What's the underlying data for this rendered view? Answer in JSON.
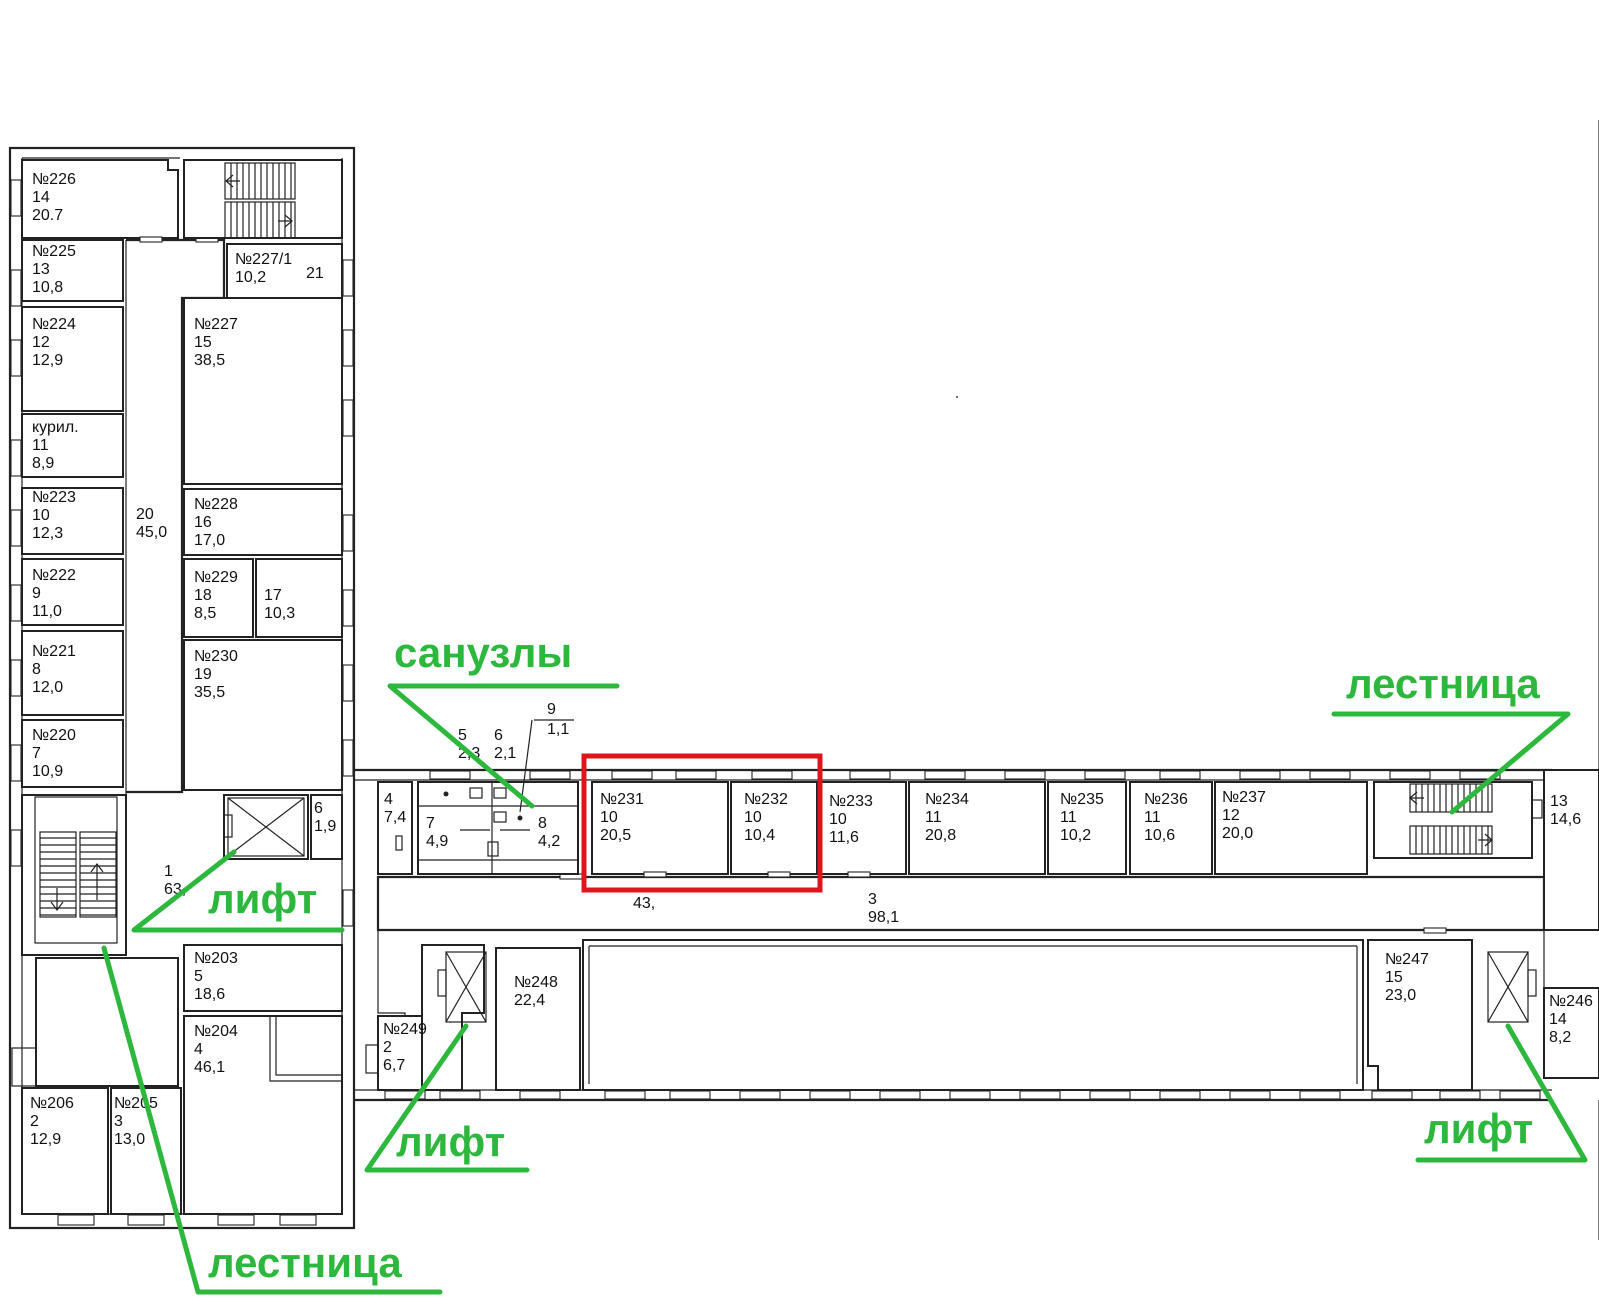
{
  "colors": {
    "annotation": "#2db83d",
    "highlight": "#e0141b",
    "lines": "#222222"
  },
  "rooms": {
    "r226": {
      "num": "№226",
      "area_no": "14",
      "area": "20.7"
    },
    "r225": {
      "num": "№225",
      "area_no": "13",
      "area": "10,8"
    },
    "r224": {
      "num": "№224",
      "area_no": "12",
      "area": "12,9"
    },
    "kuril": {
      "num": "курил.",
      "area_no": "11",
      "area": "8,9"
    },
    "r223": {
      "num": "№223",
      "area_no": "10",
      "area": "12,3"
    },
    "r222": {
      "num": "№222",
      "area_no": "9",
      "area": "11,0"
    },
    "r221": {
      "num": "№221",
      "area_no": "8",
      "area": "12,0"
    },
    "r220": {
      "num": "№220",
      "area_no": "7",
      "area": "10,9"
    },
    "r227_1": {
      "num": "№227/1",
      "area": "10,2",
      "extra": "21"
    },
    "r227": {
      "num": "№227",
      "area_no": "15",
      "area": "38,5"
    },
    "r228": {
      "num": "№228",
      "area_no": "16",
      "area": "17,0"
    },
    "r229": {
      "num": "№229",
      "area_no": "18",
      "area": "8,5"
    },
    "r17": {
      "area_no": "17",
      "area": "10,3"
    },
    "r230": {
      "num": "№230",
      "area_no": "19",
      "area": "35,5"
    },
    "corr20": {
      "area_no": "20",
      "area": "45,0"
    },
    "r6a": {
      "area_no": "6",
      "area": "1,9"
    },
    "hall1": {
      "area_no": "1",
      "area": "63,"
    },
    "r203": {
      "num": "№203",
      "area_no": "5",
      "area": "18,6"
    },
    "r204": {
      "num": "№204",
      "area_no": "4",
      "area": "46,1"
    },
    "r206": {
      "num": "№206",
      "area_no": "2",
      "area": "12,9"
    },
    "r205": {
      "num": "№205",
      "area_no": "3",
      "area": "13,0"
    },
    "r4": {
      "area_no": "4",
      "area": "7,4"
    },
    "r5": {
      "area_no": "5",
      "area": "2,3"
    },
    "r6b": {
      "area_no": "6",
      "area": "2,1"
    },
    "r7": {
      "area_no": "7",
      "area": "4,9"
    },
    "r8": {
      "area_no": "8",
      "area": "4,2"
    },
    "r9": {
      "area_no": "9",
      "area": "1,1"
    },
    "r231": {
      "num": "№231",
      "area_no": "10",
      "area": "20,5"
    },
    "r232": {
      "num": "№232",
      "area_no": "10",
      "area": "10,4"
    },
    "r233": {
      "num": "№233",
      "area_no": "10",
      "area": "11,6"
    },
    "r234": {
      "num": "№234",
      "area_no": "11",
      "area": "20,8"
    },
    "r235": {
      "num": "№235",
      "area_no": "11",
      "area": "10,2"
    },
    "r236": {
      "num": "№236",
      "area_no": "11",
      "area": "10,6"
    },
    "r237": {
      "num": "№237",
      "area_no": "12",
      "area": "20,0"
    },
    "r13": {
      "area_no": "13",
      "area": "14,6"
    },
    "corr3": {
      "area_no": "3",
      "area": "98,1"
    },
    "corr43": {
      "area": "43,"
    },
    "r248": {
      "num": "№248",
      "area": "22,4"
    },
    "r249": {
      "num": "№249",
      "area_no": "2",
      "area": "6,7"
    },
    "r247": {
      "num": "№247",
      "area_no": "15",
      "area": "23,0"
    },
    "r246": {
      "num": "№246",
      "area_no": "14",
      "area": "8,2"
    }
  },
  "annotations": {
    "sanuzly": "санузлы",
    "lestnica_right": "лестница",
    "lestnica_bottom": "лестница",
    "lift_left": "лифт",
    "lift_bottom": "лифт",
    "lift_right": "лифт"
  }
}
